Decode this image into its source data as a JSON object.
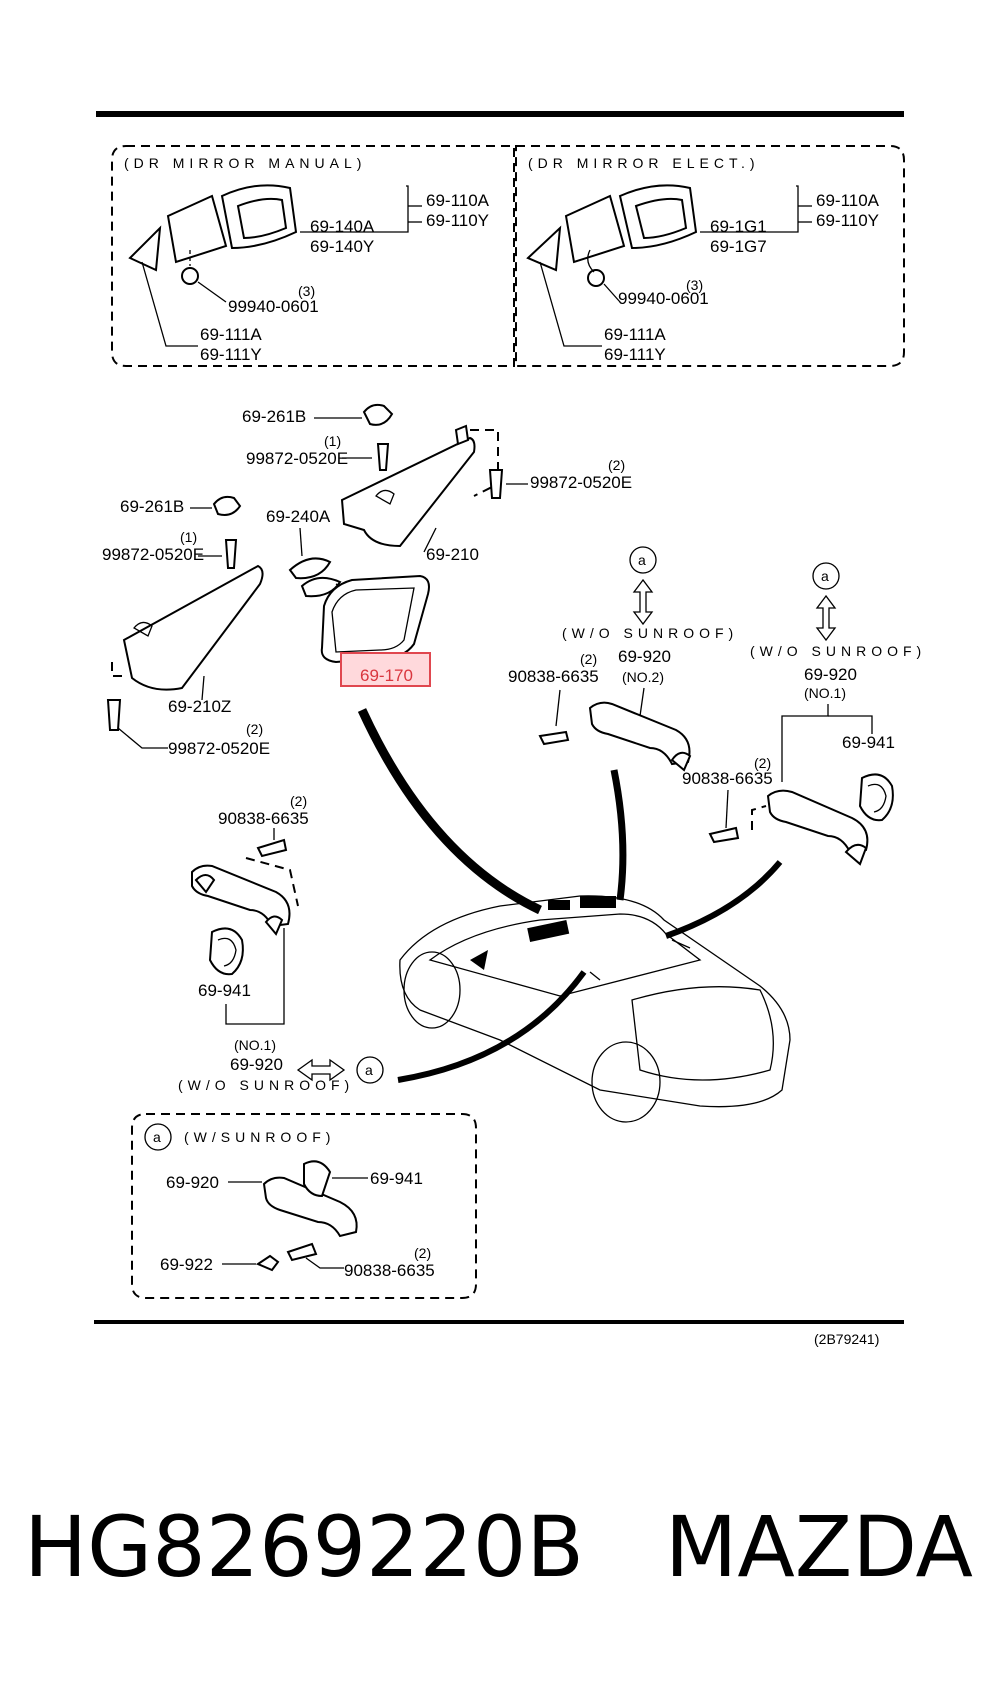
{
  "boxes": {
    "manual": {
      "title": "(DR MIRROR MANUAL)",
      "mirror_upper": "69-110A",
      "mirror_lower": "69-110Y",
      "glass_upper": "69-140A",
      "glass_lower": "69-140Y",
      "nut": "99940-0601",
      "nut_qty": "(3)",
      "cover_upper": "69-111A",
      "cover_lower": "69-111Y"
    },
    "elect": {
      "title": "(DR MIRROR ELECT.)",
      "mirror_upper": "69-110A",
      "mirror_lower": "69-110Y",
      "glass_upper": "69-1G1",
      "glass_lower": "69-1G7",
      "nut": "99940-0601",
      "nut_qty": "(3)",
      "cover_upper": "69-111A",
      "cover_lower": "69-111Y"
    }
  },
  "labels": {
    "holder_top": "69-261B",
    "screw_top_qty": "(1)",
    "screw_top": "99872-0520E",
    "screw_right_qty": "(2)",
    "screw_right": "99872-0520E",
    "holder_left": "69-261B",
    "screw_left_qty": "(1)",
    "screw_left": "99872-0520E",
    "cover_240": "69-240A",
    "visor_right": "69-210",
    "visor_left": "69-210Z",
    "screw_bottom_qty": "(2)",
    "screw_bottom": "99872-0520E",
    "mirror_170": "69-170",
    "a1": "a",
    "a2": "a",
    "a3": "a",
    "a4": "a",
    "wo_sunroof_mid": "(W/O SUNROOF)",
    "handle_mid_screw_qty": "(2)",
    "handle_mid_screw": "90838-6635",
    "handle_mid": "69-920",
    "handle_mid_no": "(NO.2)",
    "wo_sunroof_right": "(W/O SUNROOF)",
    "handle_right": "69-920",
    "handle_right_no": "(NO.1)",
    "hook_right": "69-941",
    "handle_right_screw_qty": "(2)",
    "handle_right_screw": "90838-6635",
    "handle_left_screw_qty": "(2)",
    "handle_left_screw": "90838-6635",
    "hook_left": "69-941",
    "handle_left_no": "(NO.1)",
    "handle_left": "69-920",
    "wo_sunroof_left": "(W/O SUNROOF)",
    "w_sunroof": "(W/SUNROOF)",
    "sr_handle": "69-920",
    "sr_hook": "69-941",
    "sr_clip": "69-922",
    "sr_screw_qty": "(2)",
    "sr_screw": "90838-6635",
    "diagram_code": "(2B79241)"
  },
  "highlight": {
    "part": "69-170",
    "color": "#e0474f"
  },
  "footer": {
    "part_number": "HG8269220B",
    "brand": "MAZDA"
  }
}
